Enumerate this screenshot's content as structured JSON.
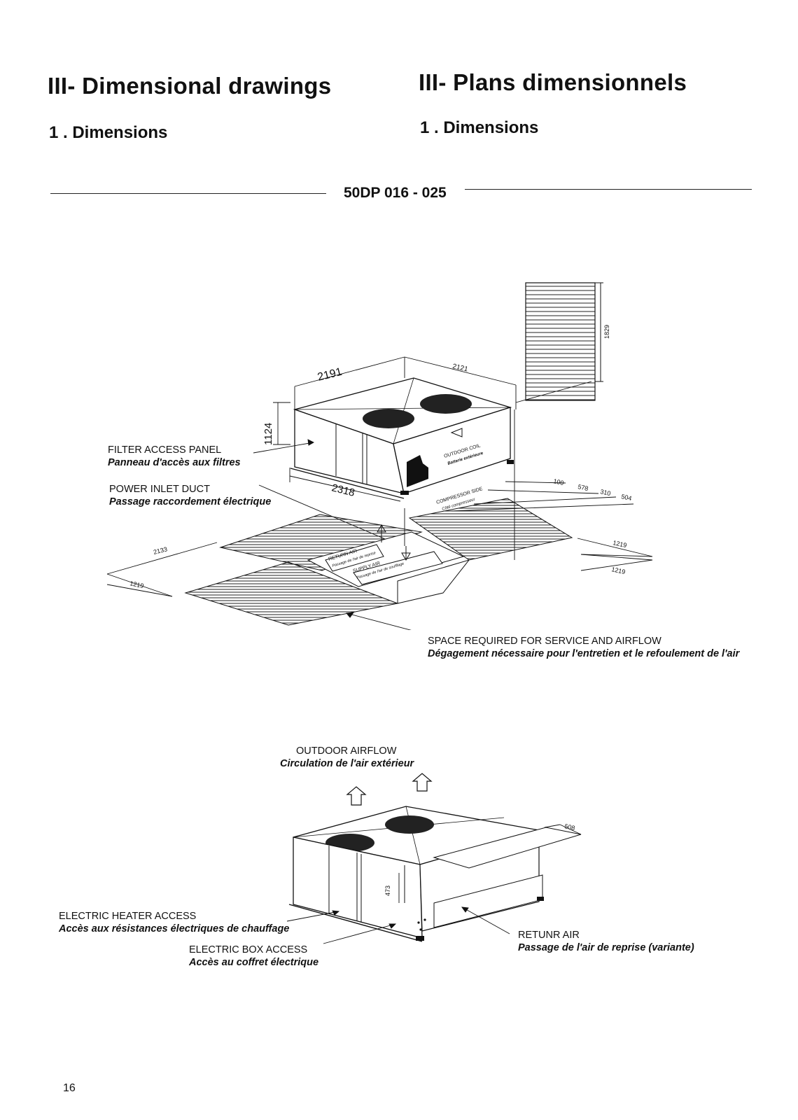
{
  "header": {
    "left_title": "III- Dimensional drawings",
    "right_title": "III- Plans dimensionnels",
    "left_subtitle": "1 . Dimensions",
    "right_subtitle": "1 . Dimensions",
    "model": "50DP 016 - 025"
  },
  "top_drawing": {
    "dimensions": {
      "d2191": "2191",
      "d2121": "2121",
      "d1124": "1124",
      "d2318": "2318",
      "d1829": "1829",
      "d2133": "2133",
      "d1219_left": "1219",
      "d1219_right_top": "1219",
      "d1219_right_bottom": "1219",
      "d100": "100",
      "d578": "578",
      "d310": "310",
      "d504": "504"
    },
    "inner_labels": {
      "outdoor_coil": "OUTDOOR COIL",
      "outdoor_coil_fr": "Batterie extérieure",
      "compressor_side": "COMPRESSOR SIDE",
      "compressor_side_fr": "Côté compresseur",
      "return_air": "RETURN AIR",
      "return_air_fr": "Passage de l'air de reprise",
      "supply_air": "SUPPLY AIR",
      "supply_air_fr": "Passage de l'air de soufflage"
    },
    "callouts": {
      "filter_en": "FILTER ACCESS PANEL",
      "filter_fr": "Panneau d'accès aux filtres",
      "power_en": "POWER INLET DUCT",
      "power_fr": "Passage raccordement électrique",
      "space_en": "SPACE REQUIRED FOR SERVICE AND AIRFLOW",
      "space_fr": "Dégagement nécessaire pour l'entretien et le refoulement de l'air"
    }
  },
  "bottom_drawing": {
    "dimensions": {
      "d508": "508",
      "d473": "473"
    },
    "callouts": {
      "airflow_en": "OUTDOOR AIRFLOW",
      "airflow_fr": "Circulation de l'air extérieur",
      "heater_en": "ELECTRIC HEATER ACCESS",
      "heater_fr": "Accès aux résistances électriques de chauffage",
      "box_en": "ELECTRIC BOX ACCESS",
      "box_fr": "Accès au coffret électrique",
      "return_en": "RETUNR AIR",
      "return_fr": "Passage de l'air de reprise (variante)"
    }
  },
  "footer": {
    "page_number": "16"
  }
}
